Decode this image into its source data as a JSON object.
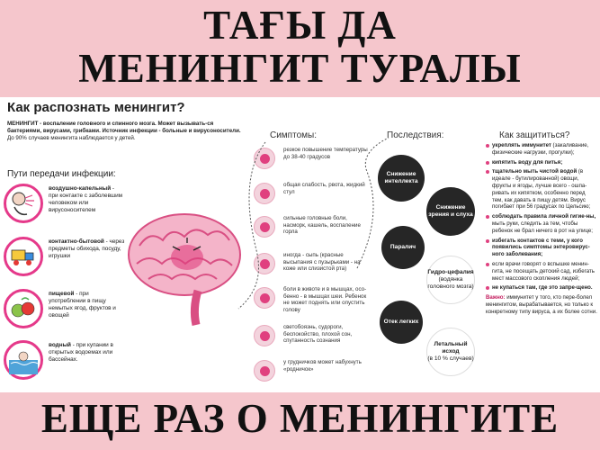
{
  "banners": {
    "top_line1": "ТАҒЫ ДА",
    "top_line2": "МЕНИНГИТ ТУРАЛЫ",
    "bottom": "ЕЩЕ РАЗ О МЕНИНГИТЕ"
  },
  "poster": {
    "title": "Как распознать менингит?",
    "intro_bold": "МЕНИНГИТ - воспаление головного и спинного мозга. Может вызывать-ся бактериями, вирусами, грибками. Источник инфекции - больные и вирусоносители.",
    "intro_rest": " До 90% случаев менингита наблюдается у детей.",
    "routes_title": "Пути передачи инфекции:",
    "routes": [
      {
        "name": "воздушно-капельный",
        "desc": " - при контакте с заболевшим человеком или вирусоносителем",
        "icon": "sneeze-icon"
      },
      {
        "name": "контактно-бытовой",
        "desc": " - через предметы обихода, посуду, игрушки",
        "icon": "toy-truck-icon"
      },
      {
        "name": "пищевой",
        "desc": " - при употреблении в пищу немытых ягод, фруктов и овощей",
        "icon": "fruit-icon"
      },
      {
        "name": "водный",
        "desc": " - при купании в открытых водоемах или бассейнах.",
        "icon": "water-icon"
      }
    ],
    "symptoms_title": "Симптомы:",
    "symptoms": [
      "резкое повышение температуры до 38-40 градусов",
      "общая слабость, рвота, жидкий стул",
      "сильные головные боли, насморк, кашель, воспаление горла",
      "иногда - сыпь (красные высыпания с пузырьками - на коже или слизистой рта)",
      "боли в животе и в мышцах, осо-бенно - в мышцах шеи. Ребенок не может поднять или опустить голову",
      "светобоязнь, судороги, беспокойство, плохой сон, спутанность сознания",
      "у грудничков может набухнуть «родничок»"
    ],
    "consequences_title": "Последствия:",
    "consequences": {
      "c1": "Снижение интеллекта",
      "c2": "Снижение зрения и слуха",
      "c3": "Паралич",
      "c4_main": "Гидро-цефалия",
      "c4_sub": "(водянка головного мозга)",
      "c5": "Отек легких",
      "c6_main": "Летальный исход",
      "c6_sub": "(в 10 % случаев)"
    },
    "protect_title": "Как защититься?",
    "protect": [
      {
        "bold": "укреплять иммунитет",
        "rest": " (закаливание, физические нагрузки, прогулки);"
      },
      {
        "bold": "кипятить воду для питья;",
        "rest": ""
      },
      {
        "bold": "тщательно мыть чистой водой",
        "rest": " (в идеале - бутилированной) овощи, фрукты и ягоды, лучше всего - ошпа-ривать их кипятком, особенно перед тем, как давать в пищу детям. Вирус погибает при 56 градусах по Цельсию;"
      },
      {
        "bold": "соблюдать правила личной гигие-ны,",
        "rest": " мыть руки, следить за тем, чтобы ребенок не брал ничего в рот на улице;"
      },
      {
        "bold": "избегать контактов с теми, у кого появились симптомы энтеровирус-ного заболевания;",
        "rest": ""
      },
      {
        "bold": "",
        "rest": "если врачи говорят о вспышке менин-гита, не посещать детский сад, избегать мест массового скопления людей;"
      },
      {
        "bold": "не купаться там, где это запре-щено.",
        "rest": ""
      }
    ],
    "note_bold": "Важно:",
    "note_rest": " иммунитет у того, кто пере-болел менингитом, вырабатывается, но только к конкретному типу вируса, а их более сотни."
  }
}
